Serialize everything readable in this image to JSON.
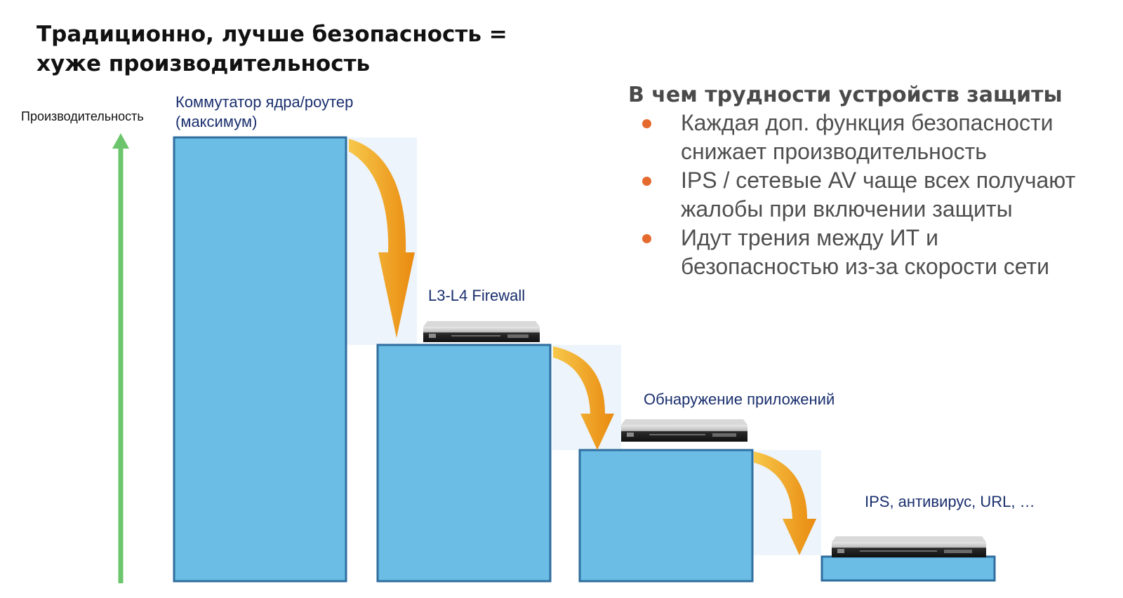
{
  "title": {
    "line1": "Традиционно, лучше безопасность =",
    "line2": "хуже производительность"
  },
  "axis": {
    "label": "Производительность",
    "arrow_color": "#6cc56c"
  },
  "stages": [
    {
      "label_line1": "Коммутатор ядра/роутер",
      "label_line2": "(максимум)",
      "relative_performance": 1.0,
      "has_device": false
    },
    {
      "label_line1": "L3-L4 Firewall",
      "label_line2": "",
      "relative_performance": 0.53,
      "has_device": true
    },
    {
      "label_line1": "Обнаружение приложений",
      "label_line2": "",
      "relative_performance": 0.3,
      "has_device": true
    },
    {
      "label_line1": "IPS, антивирус, URL, …",
      "label_line2": "",
      "relative_performance": 0.05,
      "has_device": true
    }
  ],
  "colors": {
    "bar_fill": "#6bbde6",
    "bar_stroke": "#2f6e9e",
    "shadow_fill": "#edf4fb",
    "arrow_fill": "#f0a418",
    "bullet_dot": "#e56a2e",
    "label_text": "#1a2f6e"
  },
  "panel": {
    "heading": "В чем трудности устройств защиты",
    "bullets": [
      "Каждая доп. функция безопасности снижает производительность",
      "IPS / сетевые AV чаще всех получают жалобы при включении защиты",
      "Идут трения между ИТ и безопасностью из-за скорости сети"
    ]
  },
  "icons": [
    "up-arrow-icon",
    "curved-down-arrow-icon",
    "rack-server-icon",
    "bullet-dot-icon"
  ]
}
